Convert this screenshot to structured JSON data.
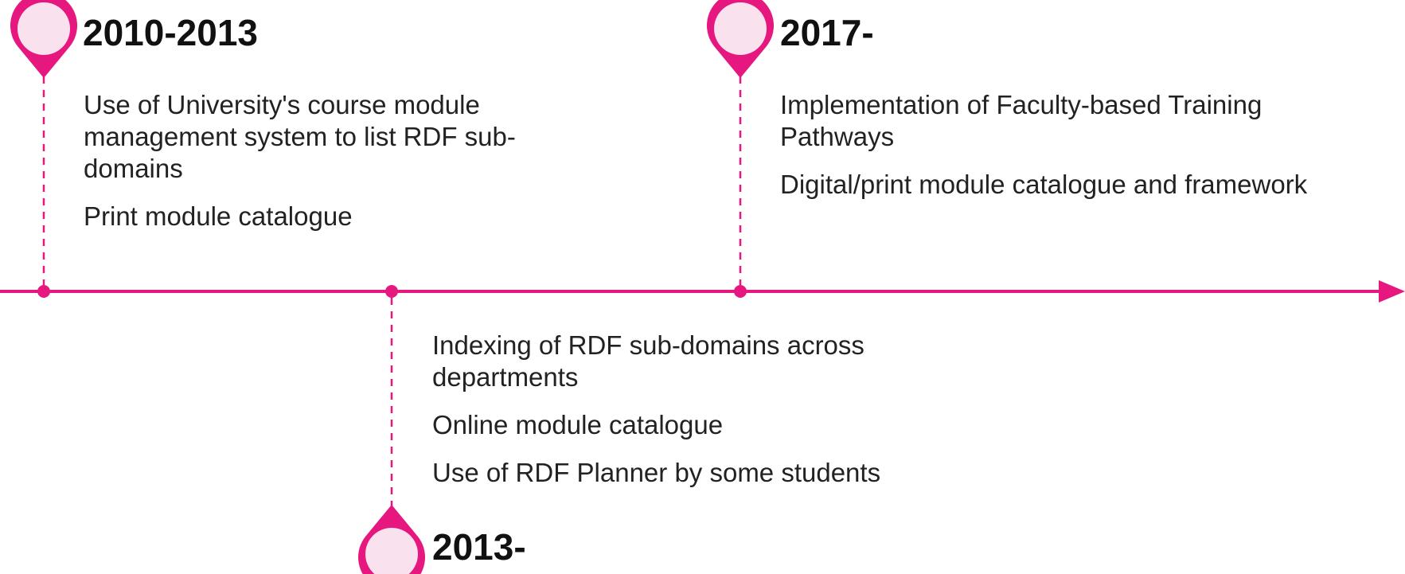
{
  "colors": {
    "accent": "#e6177e",
    "pin_fill": "#f9e1ee",
    "text": "#222222"
  },
  "milestones": [
    {
      "id": "m2010",
      "year": "2010-2013",
      "items": [
        "Use of University's course module management system to list RDF sub-domains",
        "Print module catalogue"
      ]
    },
    {
      "id": "m2013",
      "year": "2013-",
      "items": [
        "Indexing of RDF sub-domains across departments",
        "Online module catalogue",
        "Use of RDF Planner by some students"
      ]
    },
    {
      "id": "m2017",
      "year": "2017-",
      "items": [
        "Implementation of Faculty-based Training Pathways",
        "Digital/print module catalogue and framework"
      ]
    }
  ]
}
